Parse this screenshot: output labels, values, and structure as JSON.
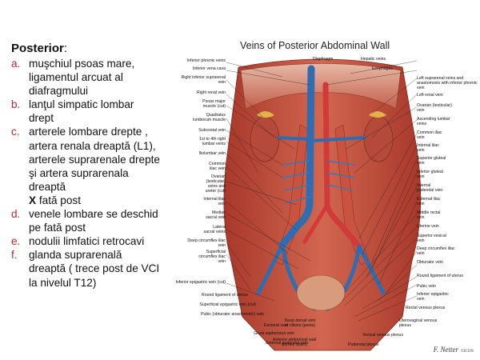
{
  "left": {
    "heading": "Posterior",
    "items": [
      {
        "marker": "a.",
        "text": "muşchiul psoas mare, ligamentul arcuat al diafragmului"
      },
      {
        "marker": "b.",
        "text": "lanţul simpatic lombar drept"
      },
      {
        "marker": "c.",
        "text": "arterele lombare drepte , artera renala dreaptă (L1), arterele suprarenale drepte şi artera suprarenala dreaptă",
        "bold_tail": "X",
        "tail": " fată post"
      },
      {
        "marker": "d.",
        "text": "venele lombare se deschid pe fată post"
      },
      {
        "marker": "e.",
        "text": "nodulii limfatici retrocavi"
      },
      {
        "marker": "f.",
        "text": "glanda suprarenală dreaptă ( trece post de VCI la nivelul T12)"
      }
    ]
  },
  "figure": {
    "title": "Veins of Posterior Abdominal Wall",
    "labels_left": [
      "Inferior phrenic veins",
      "Inferior vena cava",
      "Right inferior suprarenal vein",
      "Right renal vein",
      "Psoas major muscle (cut)",
      "Quadratus lumborum muscle",
      "Subcostal vein",
      "1st to 4th right lumbar veins",
      "Iliolumbar vein",
      "Common iliac vein",
      "Ovarian (testicular) veins and ureter (cut)",
      "Internal iliac vein",
      "Median sacral vein",
      "Lateral sacral veins",
      "Deep circumflex iliac vein",
      "Superficial circumflex iliac vein",
      "Inferior epigastric vein (cut)",
      "Round ligament of uterus",
      "Superficial epigastric vein (cut)",
      "Pubic (obturator anastomotic) vein",
      "Femoral vein",
      "Great saphenous vein",
      "External pudendal vein"
    ],
    "labels_right": [
      "Diaphragm",
      "Hepatic veins",
      "Esophagus",
      "Left suprarenal veins and anastomosis with inferior phrenic vein",
      "Left renal vein",
      "Ovarian (testicular) vein",
      "Ascending lumbar veins",
      "Common iliac vein",
      "Internal iliac vein",
      "Superior gluteal vein",
      "Inferior gluteal vein",
      "Internal pudendal vein",
      "External iliac vein",
      "Middle rectal vein",
      "Uterine vein",
      "Superior vesical vein",
      "Deep circumflex iliac vein",
      "Obturator vein",
      "Round ligament of uterus",
      "Pubic vein",
      "Inferior epigastric vein",
      "Rectal venous plexus",
      "Uterovaginal venous plexus",
      "Vesical venous plexus",
      "Pudendal plexus"
    ],
    "labels_bottom": [
      "Deep dorsal vein of clitoris (penis)",
      "Anterior abdominal wall (turned down)"
    ],
    "signature": "F. Netter",
    "signature_note": "©ICON"
  },
  "colors": {
    "marker": "#c1272d",
    "muscle": "#c8523f",
    "vein": "#2f6db0",
    "artery": "#d23a3a"
  }
}
